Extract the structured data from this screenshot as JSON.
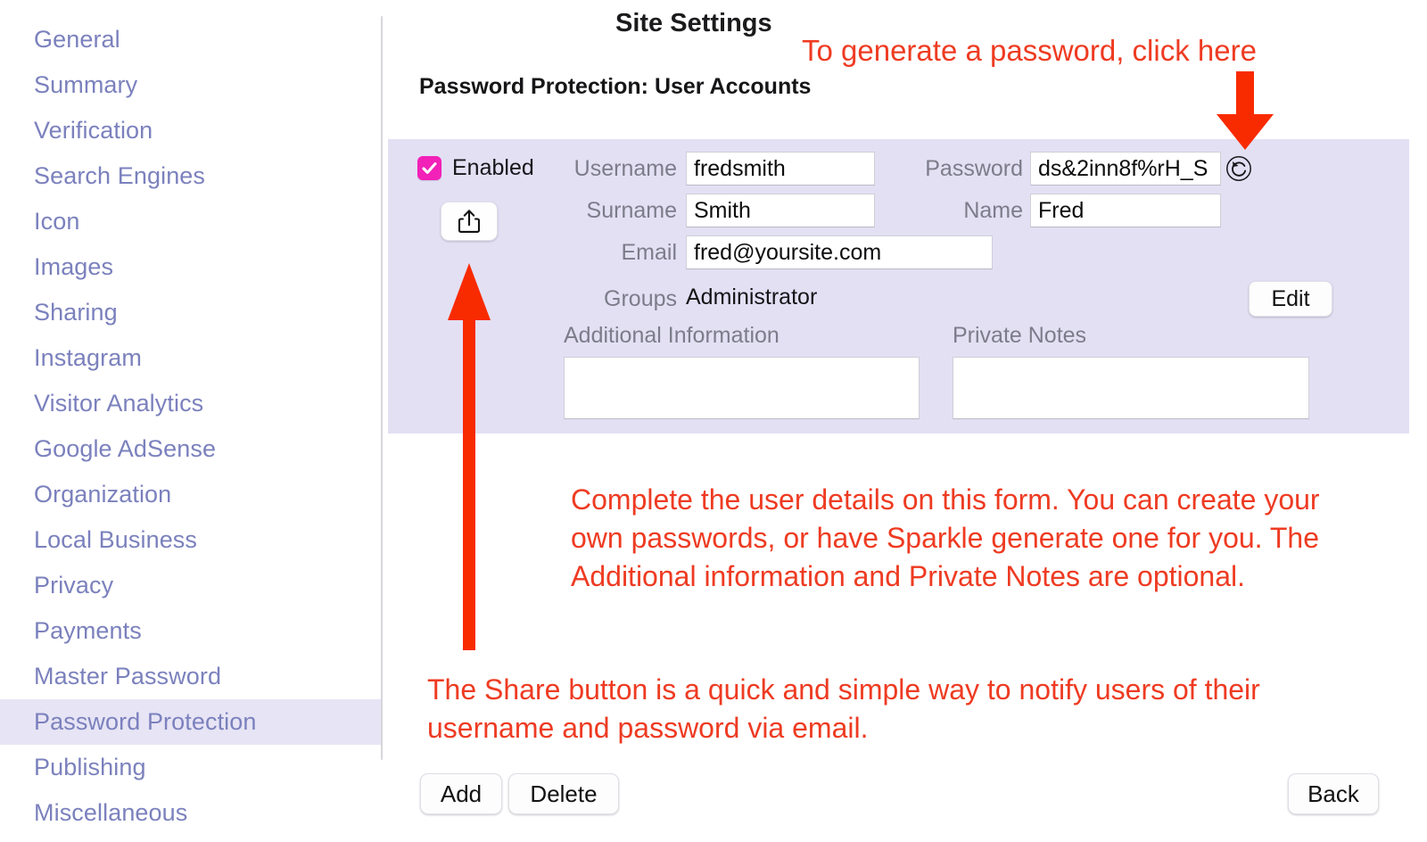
{
  "sidebar": {
    "items": [
      {
        "label": "General",
        "selected": false
      },
      {
        "label": "Summary",
        "selected": false
      },
      {
        "label": "Verification",
        "selected": false
      },
      {
        "label": "Search Engines",
        "selected": false
      },
      {
        "label": "Icon",
        "selected": false
      },
      {
        "label": "Images",
        "selected": false
      },
      {
        "label": "Sharing",
        "selected": false
      },
      {
        "label": "Instagram",
        "selected": false
      },
      {
        "label": "Visitor Analytics",
        "selected": false
      },
      {
        "label": "Google AdSense",
        "selected": false
      },
      {
        "label": "Organization",
        "selected": false
      },
      {
        "label": "Local Business",
        "selected": false
      },
      {
        "label": "Privacy",
        "selected": false
      },
      {
        "label": "Payments",
        "selected": false
      },
      {
        "label": "Master Password",
        "selected": false
      },
      {
        "label": "Password Protection",
        "selected": true
      },
      {
        "label": "Publishing",
        "selected": false
      },
      {
        "label": "Miscellaneous",
        "selected": false
      }
    ],
    "accent_color": "#7b81bd",
    "selected_background": "#e7e4f5"
  },
  "header": {
    "page_title": "Site Settings",
    "section_title": "Password Protection: User Accounts"
  },
  "form": {
    "panel_color": "#e3e0f4",
    "enabled": {
      "label": "Enabled",
      "checked": true,
      "checkbox_color": "#f221b8",
      "check_glyph": "check-mark"
    },
    "share_button": {
      "icon": "share-icon",
      "tooltip": "Share"
    },
    "fields": {
      "username": {
        "label": "Username",
        "value": "fredsmith",
        "placeholder": ""
      },
      "surname": {
        "label": "Surname",
        "value": "Smith",
        "placeholder": ""
      },
      "email": {
        "label": "Email",
        "value": "fred@yoursite.com",
        "placeholder": ""
      },
      "password": {
        "label": "Password",
        "value": "ds&2inn8f%rH_S",
        "placeholder": ""
      },
      "name": {
        "label": "Name",
        "value": "Fred",
        "placeholder": ""
      },
      "groups": {
        "label": "Groups",
        "value": "Administrator"
      }
    },
    "regenerate_button": {
      "icon": "refresh-circle-icon"
    },
    "edit_button": {
      "label": "Edit"
    },
    "additional_information": {
      "label": "Additional Information",
      "value": ""
    },
    "private_notes": {
      "label": "Private Notes",
      "value": ""
    }
  },
  "annotations": {
    "color": "#ee3b22",
    "generate_password": "To generate a password, click here",
    "form_help": "Complete the user details on this form. You can create your own passwords, or have Sparkle generate one for you. The Additional information and Private Notes are optional.",
    "share_help": "The Share button is a quick and simple way to notify users of their username and password via email."
  },
  "footer": {
    "add_label": "Add",
    "delete_label": "Delete",
    "back_label": "Back"
  }
}
